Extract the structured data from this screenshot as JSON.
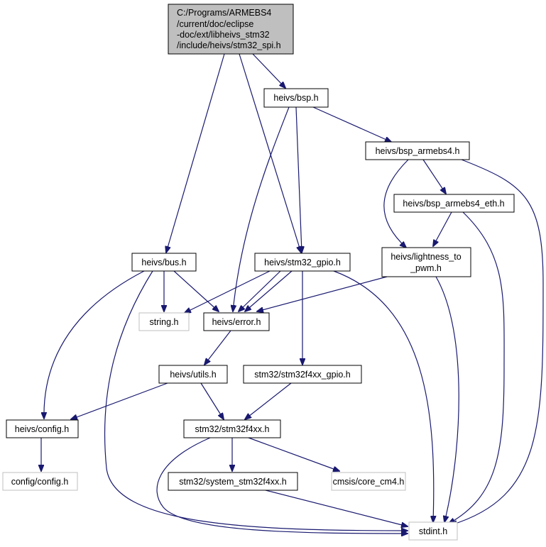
{
  "nodes": {
    "root": {
      "lines": [
        "C:/Programs/ARMEBS4",
        "/current/doc/eclipse",
        "-doc/ext/libheivs_stm32",
        "/include/heivs/stm32_spi.h"
      ],
      "kind": "root"
    },
    "bsp": {
      "lines": [
        "heivs/bsp.h"
      ],
      "kind": "normal"
    },
    "bsp_armebs4": {
      "lines": [
        "heivs/bsp_armebs4.h"
      ],
      "kind": "normal"
    },
    "bsp_armebs4_eth": {
      "lines": [
        "heivs/bsp_armebs4_eth.h"
      ],
      "kind": "normal"
    },
    "lightness": {
      "lines": [
        "heivs/lightness_to",
        "_pwm.h"
      ],
      "kind": "normal"
    },
    "bus": {
      "lines": [
        "heivs/bus.h"
      ],
      "kind": "normal"
    },
    "gpio": {
      "lines": [
        "heivs/stm32_gpio.h"
      ],
      "kind": "normal"
    },
    "string": {
      "lines": [
        "string.h"
      ],
      "kind": "system"
    },
    "error": {
      "lines": [
        "heivs/error.h"
      ],
      "kind": "normal"
    },
    "utils": {
      "lines": [
        "heivs/utils.h"
      ],
      "kind": "normal"
    },
    "f4gpio": {
      "lines": [
        "stm32/stm32f4xx_gpio.h"
      ],
      "kind": "normal"
    },
    "config": {
      "lines": [
        "heivs/config.h"
      ],
      "kind": "normal"
    },
    "f4xx": {
      "lines": [
        "stm32/stm32f4xx.h"
      ],
      "kind": "normal"
    },
    "cfgcfg": {
      "lines": [
        "config/config.h"
      ],
      "kind": "system"
    },
    "sysf4": {
      "lines": [
        "stm32/system_stm32f4xx.h"
      ],
      "kind": "normal"
    },
    "core": {
      "lines": [
        "cmsis/core_cm4.h"
      ],
      "kind": "system"
    },
    "stdint": {
      "lines": [
        "stdint.h"
      ],
      "kind": "system"
    }
  },
  "colors": {
    "edge": "#191970",
    "root_fill": "#bfbfbf",
    "system_border": "#bfbfbf",
    "node_border": "#000000"
  }
}
